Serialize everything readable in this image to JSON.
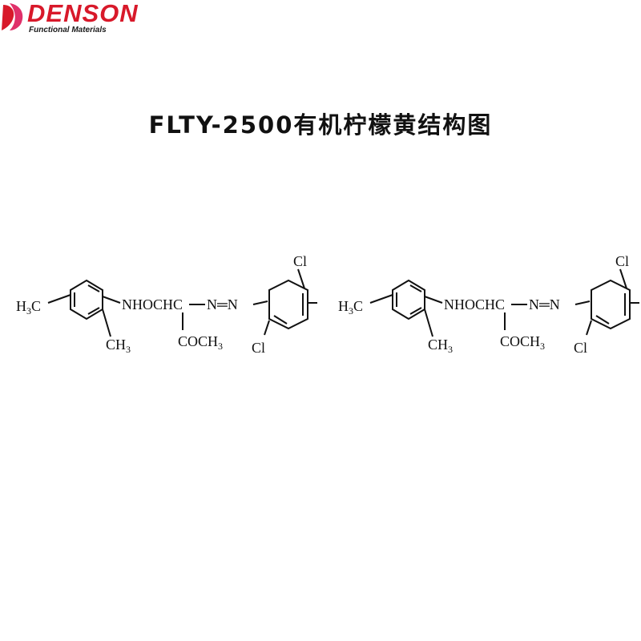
{
  "logo": {
    "brand": "DENSON",
    "tagline": "Functional Materials",
    "brand_color": "#d8192a"
  },
  "title": "FLTY-2500有机柠檬黄结构图",
  "structure": {
    "left_methyl": "H3C",
    "ortho_methyl": "CH3",
    "linker": "NHOCHC",
    "azo": "N=N",
    "acetyl": "COCH3",
    "chloro_top": "Cl",
    "chloro_bottom": "Cl"
  }
}
